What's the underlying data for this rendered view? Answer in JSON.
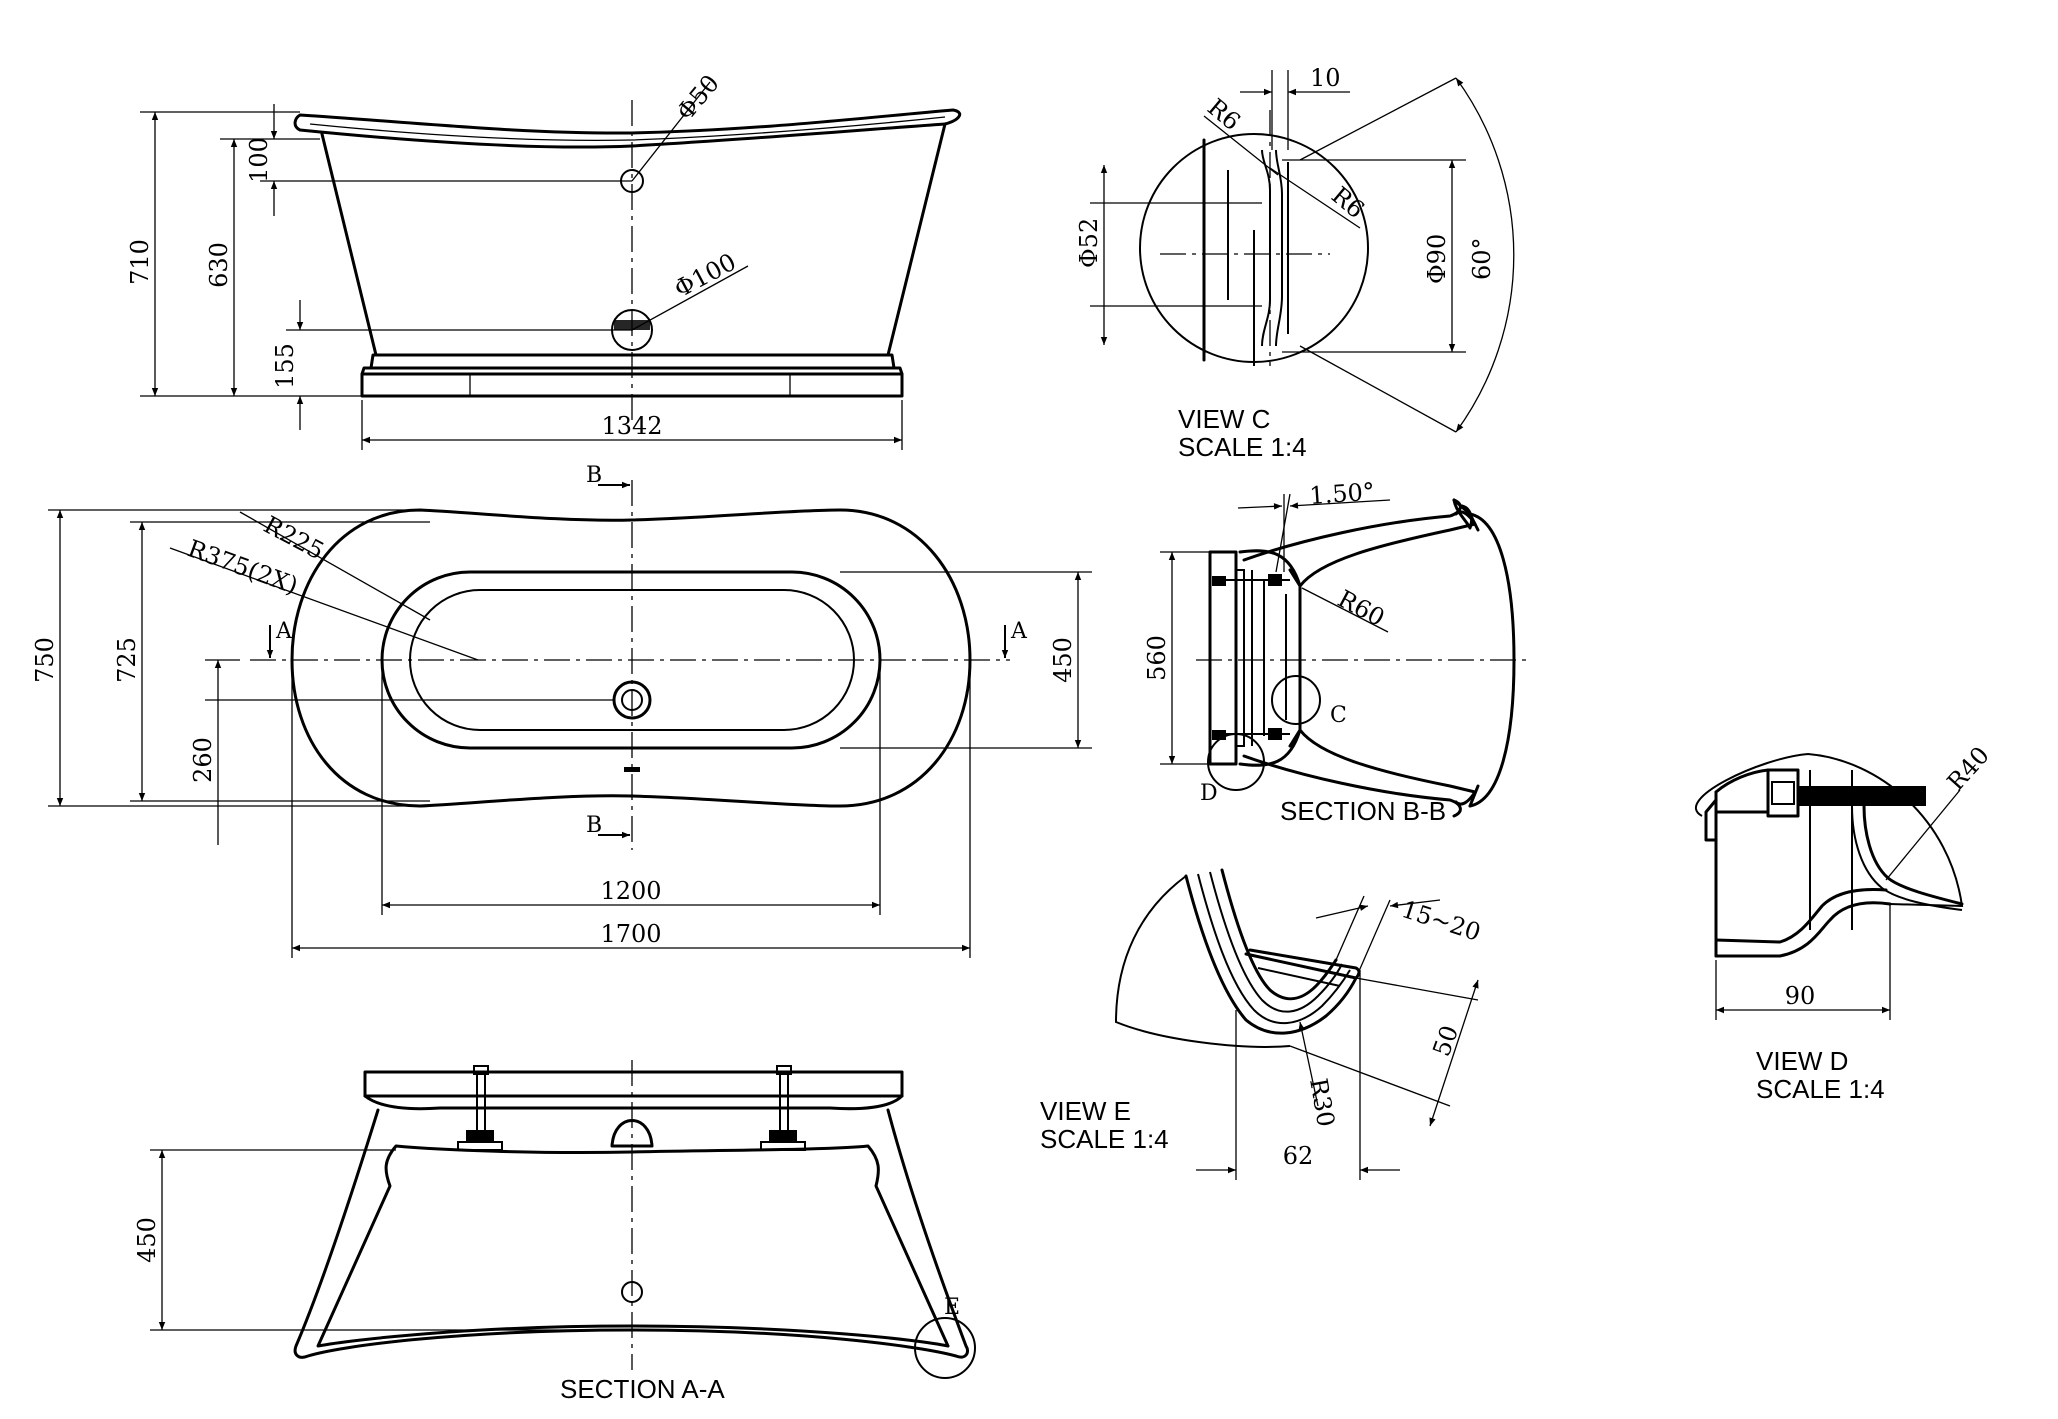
{
  "side_view": {
    "d_710": "710",
    "d_630": "630",
    "d_100": "100",
    "d_155": "155",
    "d_1342": "1342",
    "d_phi50": "Φ50",
    "d_phi100": "Φ100"
  },
  "top_view": {
    "d_750": "750",
    "d_725": "725",
    "d_450": "450",
    "d_260": "260",
    "d_1200": "1200",
    "d_1700": "1700",
    "d_r225": "R225",
    "d_r375": "R375(2X)",
    "cut_a_left": "A",
    "cut_a_right": "A",
    "cut_b_top": "B",
    "cut_b_bottom": "B"
  },
  "section_aa": {
    "title": "SECTION A-A",
    "d_450": "450",
    "detail_e": "E"
  },
  "view_c": {
    "title": "VIEW C",
    "scale": "SCALE 1:4",
    "d_10": "10",
    "d_r6_a": "R6",
    "d_r6_b": "R6",
    "d_phi52": "Φ52",
    "d_phi90": "Φ90",
    "d_60deg": "60°"
  },
  "section_bb": {
    "title": "SECTION B-B",
    "d_150deg": "1.50°",
    "d_r60": "R60",
    "d_560": "560",
    "detail_c": "C",
    "detail_d": "D"
  },
  "view_e": {
    "title": "VIEW E",
    "scale": "SCALE 1:4",
    "d_1520": "15~20",
    "d_50": "50",
    "d_r30": "R30",
    "d_62": "62"
  },
  "view_d": {
    "title": "VIEW D",
    "scale": "SCALE 1:4",
    "d_r40": "R40",
    "d_90": "90"
  }
}
